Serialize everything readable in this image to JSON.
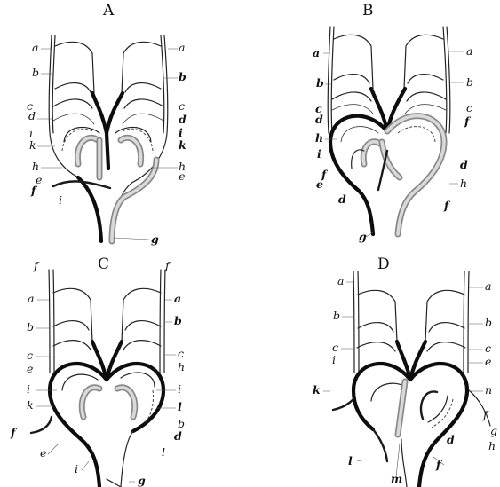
{
  "panels": [
    {
      "title": "A",
      "labels": [
        "a",
        "a",
        "b",
        "b",
        "c",
        "c",
        "d",
        "d",
        "i",
        "i",
        "k",
        "k",
        "h",
        "h",
        "e",
        "e",
        "f",
        "i",
        "g"
      ]
    },
    {
      "title": "B",
      "labels": [
        "a",
        "a",
        "b",
        "b",
        "c",
        "c",
        "d",
        "f",
        "h",
        "i",
        "f",
        "e",
        "d",
        "d",
        "h",
        "f",
        "g"
      ]
    },
    {
      "title": "C",
      "labels": [
        "f",
        "f",
        "a",
        "a",
        "b",
        "b",
        "c",
        "c",
        "e",
        "h",
        "i",
        "i",
        "k",
        "l",
        "b",
        "f",
        "d",
        "e",
        "l",
        "i",
        "g"
      ]
    },
    {
      "title": "D",
      "labels": [
        "a",
        "a",
        "b",
        "b",
        "c",
        "c",
        "i",
        "e",
        "k",
        "n",
        "f",
        "g",
        "h",
        "d",
        "l",
        "m",
        "f"
      ]
    }
  ]
}
